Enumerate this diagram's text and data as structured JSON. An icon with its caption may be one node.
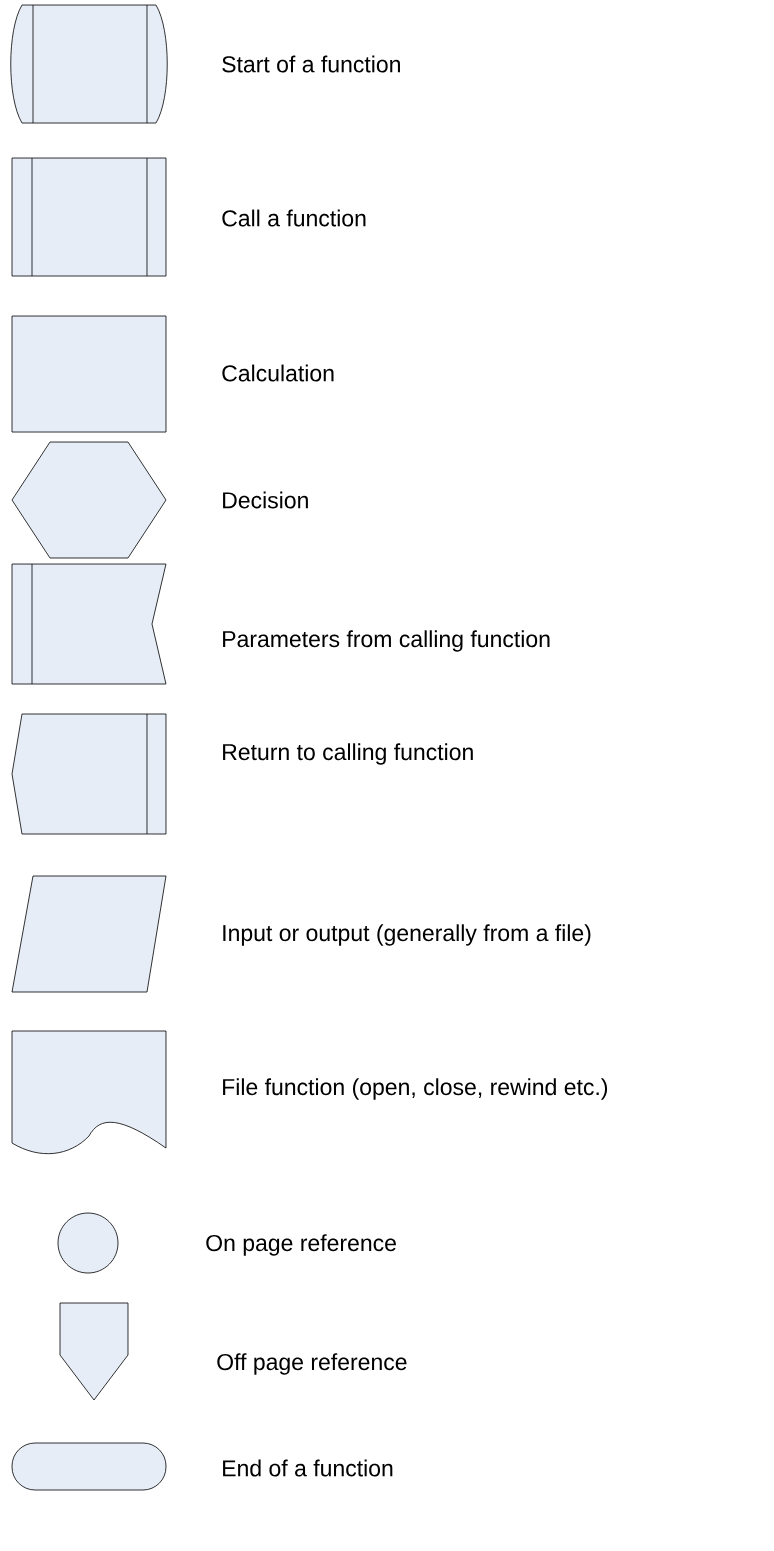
{
  "diagram": {
    "nodes": [
      {
        "text": [],
        "shape": "barrel",
        "beside": [
          "Start of a function"
        ]
      },
      {
        "text": [],
        "shape": "subroutine",
        "beside": [
          "Call a function"
        ]
      },
      {
        "text": [],
        "shape": "box",
        "beside": [
          "Calculation"
        ]
      },
      {
        "text": [],
        "shape": "hexagon",
        "beside": [
          "Decision"
        ]
      },
      {
        "text": [],
        "shape": "notch",
        "beside": [
          "Parameters from calling function"
        ]
      },
      {
        "text": [],
        "shape": "pointed",
        "beside": [
          "Return to calling function"
        ]
      },
      {
        "text": [],
        "shape": "parallelogram",
        "beside": [
          "Input or output (generally from a file)"
        ]
      },
      {
        "text": [],
        "shape": "document",
        "beside": [
          "File function (open, close, rewind etc.)"
        ]
      },
      {
        "text": [],
        "shape": "circle",
        "beside": [
          "On page reference"
        ]
      },
      {
        "text": [],
        "shape": "pentagon",
        "beside": [
          "Off page reference"
        ]
      },
      {
        "text": [],
        "shape": "stadium",
        "beside": [
          "End of a function"
        ]
      }
    ]
  }
}
